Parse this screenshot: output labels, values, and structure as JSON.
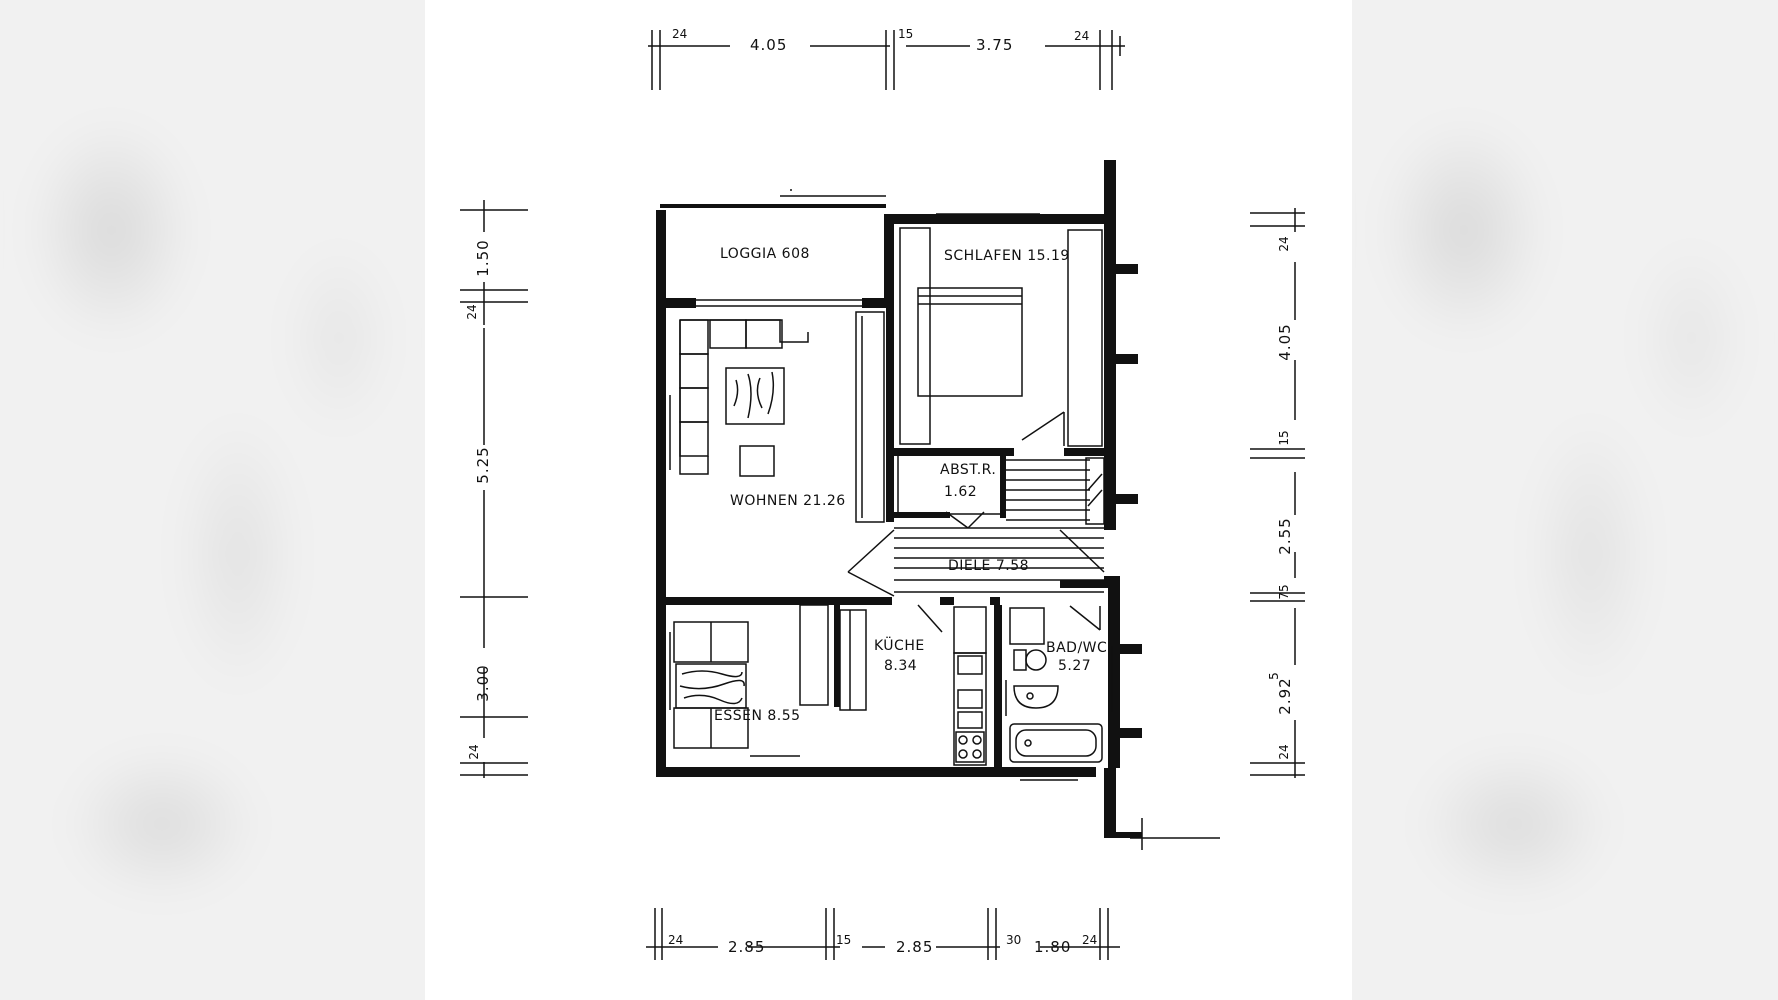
{
  "plan": {
    "top_dims": [
      "24",
      "4.05",
      "15",
      "3.75",
      "24"
    ],
    "bottom_dims": [
      "24",
      "2.85",
      "15",
      "2.85",
      "30",
      "1.80",
      "24"
    ],
    "left_dims": [
      "1.50",
      "24",
      "5.25",
      "3.00",
      "24"
    ],
    "right_dims": [
      "24",
      "4.05",
      "15",
      "2.55",
      "75",
      "2.92",
      "5",
      "24"
    ],
    "rooms": {
      "loggia": "LOGGIA 608",
      "schlafen": "SCHLAFEN 15.19",
      "wohnen": "WOHNEN 21.26",
      "abstr_name": "ABST.R.",
      "abstr_area": "1.62",
      "diele": "DIELE 7.58",
      "kueche_name": "KÜCHE",
      "kueche_area": "8.34",
      "bad_name": "BAD/WC",
      "bad_area": "5.27",
      "essen": "ESSEN 8.55"
    }
  }
}
